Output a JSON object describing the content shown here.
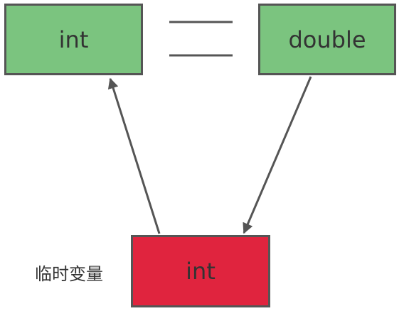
{
  "nodes": {
    "top_left": {
      "label": "int",
      "fill": "#7bc47f"
    },
    "top_right": {
      "label": "double",
      "fill": "#7bc47f"
    },
    "bottom": {
      "label": "int",
      "fill": "#e0243e"
    }
  },
  "relation_symbol": "equals",
  "bottom_caption": "临时变量",
  "colors": {
    "border": "#555555",
    "arrow": "#555555",
    "text": "#333333"
  },
  "arrows": [
    {
      "from": "top_right",
      "to": "bottom"
    },
    {
      "from": "bottom",
      "to": "top_left"
    }
  ]
}
